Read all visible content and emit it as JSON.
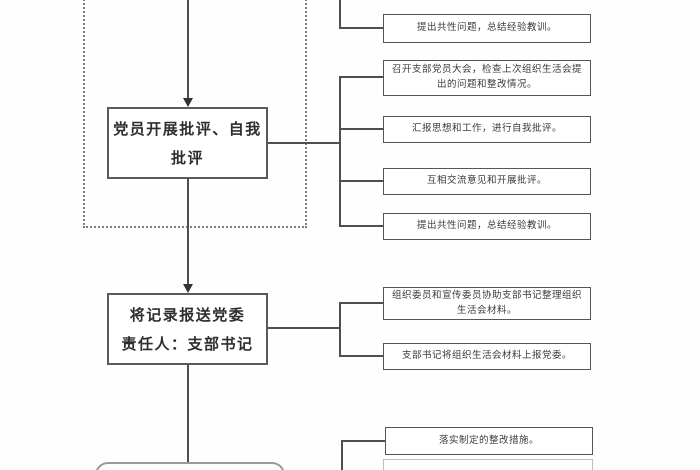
{
  "diagram": {
    "kind": "flowchart",
    "language": "zh-CN",
    "background_color": "#fefefe",
    "line_color": "#4f4f4f",
    "main_box_border_color": "#5a5a5a",
    "detail_box_border_color": "#555555",
    "faint_box_border_color": "#bcbcbc",
    "dashed_region_color": "#7d7d7d"
  },
  "main_flow": {
    "criticism_step": {
      "line1": "党员开展批评、自我",
      "line2": "批评"
    },
    "report_step": {
      "line1": "将记录报送党委",
      "line2": "责任人：支部书记"
    }
  },
  "detail_boxes": {
    "prev_group_tail": "提出共性问题，总结经验教训。",
    "criticism_details": [
      "召开支部党员大会，检查上次组织生活会提出的问题和整改情况。",
      "汇报思想和工作，进行自我批评。",
      "互相交流意见和开展批评。",
      "提出共性问题，总结经验教训。"
    ],
    "report_details": [
      "组织委员和宣传委员协助支部书记整理组织生活会材料。",
      "支部书记将组织生活会材料上报党委。"
    ],
    "implement_details": [
      "落实制定的整改措施。"
    ]
  }
}
